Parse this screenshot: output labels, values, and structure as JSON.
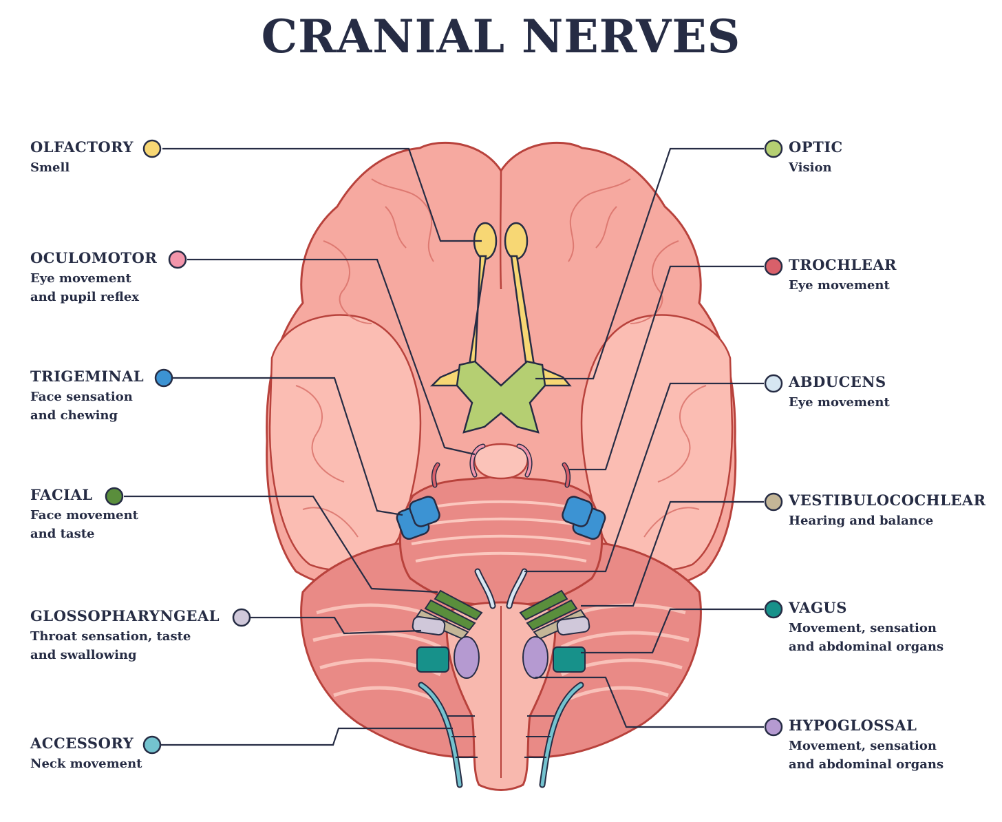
{
  "title": "CRANIAL NERVES",
  "nerves": [
    {
      "id": "olfactory",
      "name": "OLFACTORY",
      "desc": "Smell",
      "color": "#f7d774"
    },
    {
      "id": "oculomotor",
      "name": "OCULOMOTOR",
      "desc": "Eye movement\nand pupil reflex",
      "color": "#f295ab"
    },
    {
      "id": "trigeminal",
      "name": "TRIGEMINAL",
      "desc": "Face sensation\nand chewing",
      "color": "#3c93d3"
    },
    {
      "id": "facial",
      "name": "FACIAL",
      "desc": "Face movement\nand taste",
      "color": "#5a8e3c"
    },
    {
      "id": "glossopharyngeal",
      "name": "GLOSSOPHARYNGEAL",
      "desc": "Throat sensation, taste\nand swallowing",
      "color": "#d0c8da"
    },
    {
      "id": "accessory",
      "name": "ACCESSORY",
      "desc": "Neck movement",
      "color": "#74c3cf"
    },
    {
      "id": "optic",
      "name": "OPTIC",
      "desc": "Vision",
      "color": "#b5cf72"
    },
    {
      "id": "trochlear",
      "name": "TROCHLEAR",
      "desc": "Eye movement",
      "color": "#d9606a"
    },
    {
      "id": "abducens",
      "name": "ABDUCENS",
      "desc": "Eye movement",
      "color": "#d6e6f2"
    },
    {
      "id": "vestibulocochlear",
      "name": "VESTIBULOCOCHLEAR",
      "desc": "Hearing and balance",
      "color": "#c4b697"
    },
    {
      "id": "vagus",
      "name": "VAGUS",
      "desc": "Movement, sensation\nand abdominal organs",
      "color": "#17918a"
    },
    {
      "id": "hypoglossal",
      "name": "HYPOGLOSSAL",
      "desc": "Movement, sensation\nand abdominal organs",
      "color": "#b59ad1"
    }
  ],
  "colors": {
    "text": "#262c44",
    "brain_fill": "#f6a9a0",
    "brain_light": "#fbc3b9",
    "brain_outline": "#b8423c",
    "cerebellum": "#e98a86",
    "line": "#262c44"
  }
}
